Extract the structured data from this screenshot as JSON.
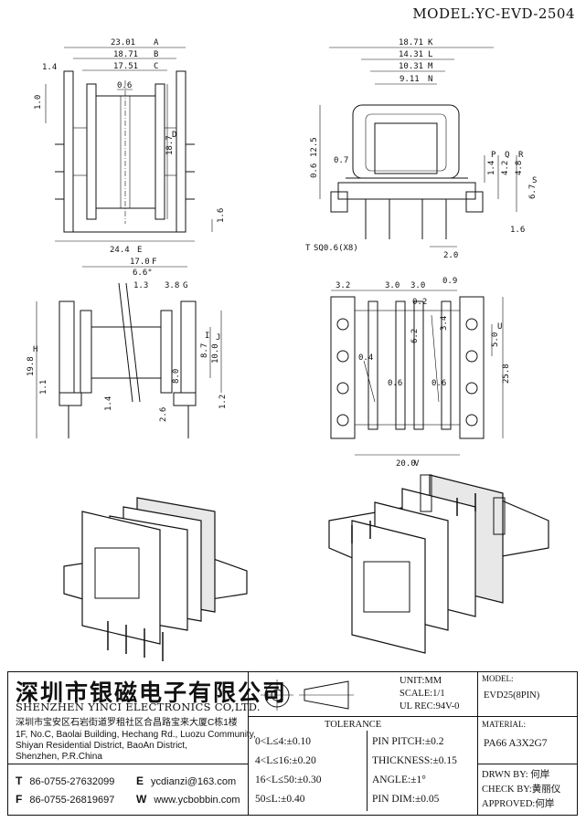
{
  "model_title": "MODEL:YC-EVD-2504",
  "front_view": {
    "dims": [
      "23.01",
      "18.71",
      "17.51",
      "0.6",
      "18.7",
      "24.4",
      "1.4",
      "1.0",
      "1.6"
    ],
    "markers": [
      "A",
      "B",
      "C",
      "D",
      "E"
    ]
  },
  "side_view": {
    "dims": [
      "18.71",
      "14.31",
      "10.31",
      "9.11",
      "12.5",
      "0.7",
      "0.6",
      "1.4",
      "4.2",
      "4.8",
      "6.7",
      "1.6",
      "2.0",
      "SQ0.6(X8)"
    ],
    "markers": [
      "K",
      "L",
      "M",
      "N",
      "P",
      "Q",
      "R",
      "S",
      "T"
    ]
  },
  "bottom_front_view": {
    "dims": [
      "17.0",
      "6.6°",
      "1.3",
      "3.8",
      "19.8",
      "8.7",
      "10.0",
      "8.0",
      "1.1",
      "1.4",
      "2.6",
      "1.2"
    ],
    "markers": [
      "F",
      "G",
      "H",
      "I",
      "J"
    ]
  },
  "bottom_view": {
    "dims": [
      "3.2",
      "3.0",
      "3.0",
      "0.9",
      "0.2",
      "3.4",
      "6.2",
      "5.0",
      "0.4",
      "0.6",
      "0.6",
      "25.8",
      "20.0"
    ],
    "markers": [
      "U",
      "V"
    ]
  },
  "company": {
    "name_cn": "深圳市银磁电子有限公司",
    "name_en": "SHENZHEN YINCI ELECTRONICS CO,LTD.",
    "address_cn": "深圳市宝安区石岩街道罗租社区合昌路宝来大厦C栋1楼",
    "address_en_lines": [
      "1F, No.C, Baolai Building, Hechang Rd., Luozu Community,",
      "Shiyan Residential District, BaoAn District,",
      "Shenzhen, P.R.China"
    ],
    "tel_label": "T",
    "tel": "86-0755-27632099",
    "fax_label": "F",
    "fax": "86-0755-26819697",
    "email_label": "E",
    "email": "ycdianzi@163.com",
    "web_label": "W",
    "web": "www.ycbobbin.com"
  },
  "specs": {
    "unit": "UNIT:MM",
    "scale": "SCALE:1/1",
    "ul_rec": "UL REC:94V-0",
    "model_label": "MODEL:",
    "model_value": "EVD25(8PIN)",
    "material_label": "MATERIAL:",
    "material_value": "PA66 A3X2G7",
    "drawn_by": "DRWN BY: 何岸",
    "check_by": "CHECK BY:黄丽仪",
    "approved": "APPROVED:何岸"
  },
  "tolerance": {
    "title": "TOLERANCE",
    "ranges": [
      "0<L≤4:±0.10",
      "4<L≤16:±0.20",
      "16<L≤50:±0.30",
      "50≤L:±0.40"
    ],
    "others": [
      "PIN PITCH:±0.2",
      "THICKNESS:±0.15",
      "ANGLE:±1°",
      "PIN DIM:±0.05"
    ]
  }
}
